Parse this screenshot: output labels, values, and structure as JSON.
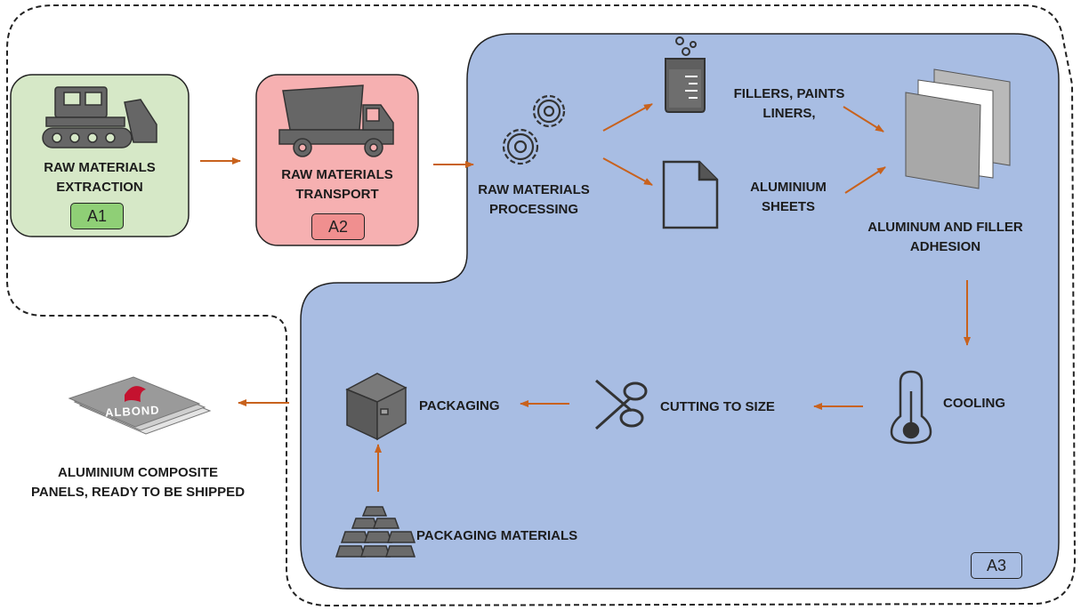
{
  "colors": {
    "boundary_stroke": "#222222",
    "a1_fill": "#d6e8c7",
    "a1_code_fill": "#8fcf76",
    "a2_fill": "#f6b0b1",
    "a2_code_fill": "#f08f8f",
    "a3_fill": "#a8bde3",
    "arrow": "#c8621d",
    "icon": "#5a5a5a",
    "logo_accent": "#c4122f"
  },
  "stages": {
    "a1": {
      "title_line1": "RAW MATERIALS",
      "title_line2": "EXTRACTION",
      "code": "A1",
      "icon": "bulldozer-icon"
    },
    "a2": {
      "title_line1": "RAW MATERIALS",
      "title_line2": "TRANSPORT",
      "code": "A2",
      "icon": "dump-truck-icon"
    },
    "a3": {
      "code": "A3"
    }
  },
  "steps": {
    "processing": {
      "line1": "RAW MATERIALS",
      "line2": "PROCESSING",
      "icon": "gears-icon"
    },
    "fillers": {
      "line1": "FILLERS, PAINTS",
      "line2": "LINERS,",
      "icon": "beaker-icon"
    },
    "sheets": {
      "line1": "ALUMINIUM",
      "line2": "SHEETS",
      "icon": "document-icon"
    },
    "adhesion": {
      "line1": "ALUMINUM AND FILLER",
      "line2": "ADHESION",
      "icon": "panels-stack-icon"
    },
    "cooling": {
      "line1": "COOLING",
      "icon": "thermometer-icon"
    },
    "cutting": {
      "line1": "CUTTING TO SIZE",
      "icon": "scissors-icon"
    },
    "packaging": {
      "line1": "PACKAGING",
      "icon": "box-icon"
    },
    "packaging_materials": {
      "line1": "PACKAGING MATERIALS",
      "icon": "ingots-icon"
    }
  },
  "product": {
    "line1": "ALUMINIUM COMPOSITE",
    "line2": "PANELS, READY TO BE SHIPPED",
    "logo_text": "ALBOND",
    "icon": "albond-panel-icon"
  }
}
